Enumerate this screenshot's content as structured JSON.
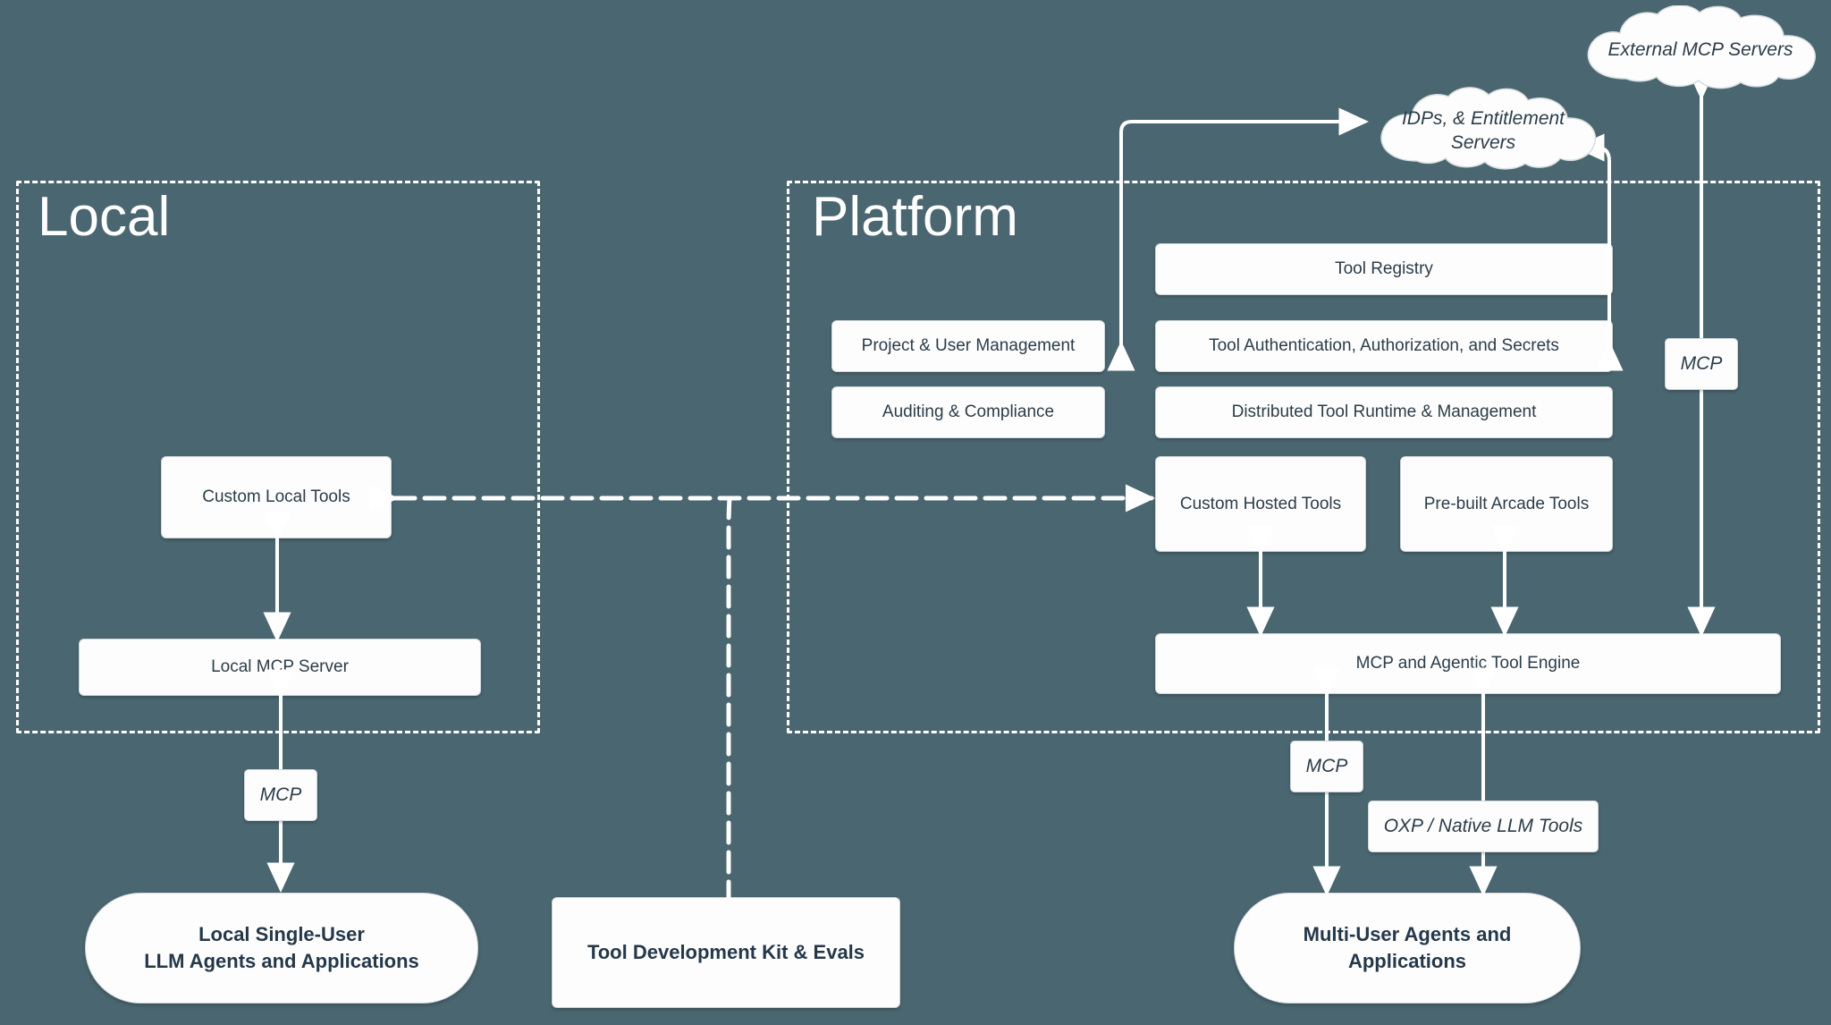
{
  "diagram": {
    "background_color": "#4a6670",
    "box_color": "#fdfdfd",
    "text_color": "#2b3d4a",
    "zones": [
      {
        "id": "local",
        "title": "Local"
      },
      {
        "id": "platform",
        "title": "Platform"
      }
    ],
    "clouds": [
      {
        "id": "external-mcp-servers",
        "label": "External MCP Servers"
      },
      {
        "id": "idps-entitlement-servers",
        "label": "IDPs, & Entitlement Servers"
      }
    ],
    "local_boxes": [
      {
        "id": "custom-local-tools",
        "label": "Custom Local Tools"
      },
      {
        "id": "local-mcp-server",
        "label": "Local MCP Server"
      }
    ],
    "platform_boxes_left": [
      {
        "id": "project-user-management",
        "label": "Project & User Management"
      },
      {
        "id": "auditing-compliance",
        "label": "Auditing & Compliance"
      }
    ],
    "platform_boxes_right": [
      {
        "id": "tool-registry",
        "label": "Tool Registry"
      },
      {
        "id": "tool-auth",
        "label": "Tool Authentication, Authorization, and Secrets"
      },
      {
        "id": "distributed-runtime",
        "label": "Distributed Tool Runtime & Management"
      }
    ],
    "platform_tool_boxes": [
      {
        "id": "custom-hosted-tools",
        "label": "Custom Hosted Tools"
      },
      {
        "id": "prebuilt-arcade-tools",
        "label": "Pre-built Arcade Tools"
      }
    ],
    "engine": {
      "id": "mcp-agentic-tool-engine",
      "label": "MCP and Agentic Tool Engine"
    },
    "edge_labels": [
      {
        "id": "mcp-right",
        "label": "MCP"
      },
      {
        "id": "mcp-platform-bottom",
        "label": "MCP"
      },
      {
        "id": "mcp-local-bottom",
        "label": "MCP"
      },
      {
        "id": "oxp-native-llm-tools",
        "label": "OXP / Native LLM Tools"
      }
    ],
    "terminals": [
      {
        "id": "local-agents",
        "line1": "Local Single-User",
        "line2": "LLM Agents and Applications"
      },
      {
        "id": "tool-dev-kit",
        "line1": "Tool Development Kit & Evals",
        "line2": ""
      },
      {
        "id": "multi-user-agents",
        "line1": "Multi-User Agents and",
        "line2": "Applications"
      }
    ]
  }
}
